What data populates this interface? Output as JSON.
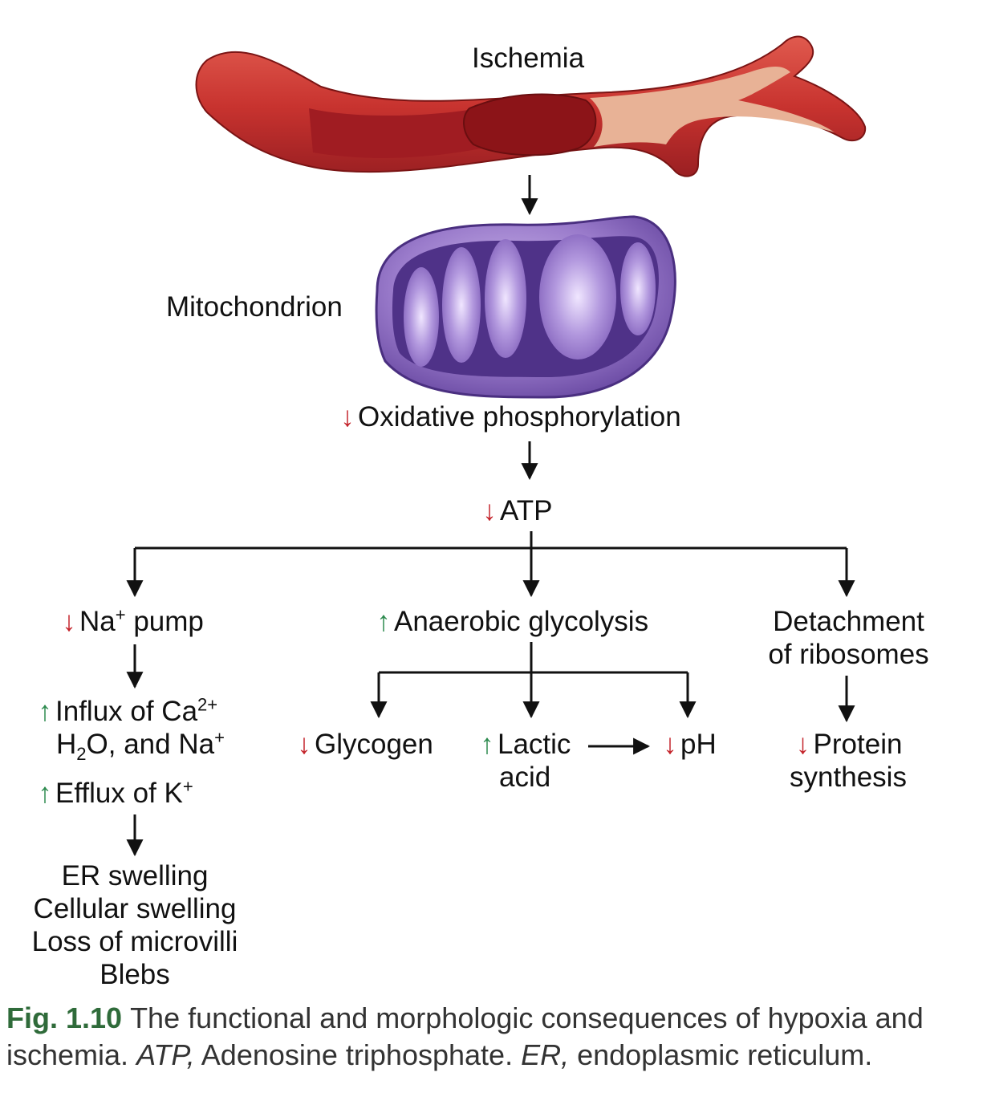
{
  "labels": {
    "ischemia": "Ischemia",
    "mitochondrion": "Mitochondrion",
    "oxphos": "Oxidative phosphorylation",
    "atp": "ATP",
    "na_pump_main": "Na",
    "na_pump_sup": "+",
    "na_pump_rest": " pump",
    "anaerobic": "Anaerobic glycolysis",
    "detach_line1": "Detachment",
    "detach_line2": "of ribosomes",
    "influx_a": "Influx of Ca",
    "influx_sup": "2+",
    "influx_b1": "H",
    "influx_sub": "2",
    "influx_b2": "O, and Na",
    "influx_b_sup": "+",
    "efflux_a": "Efflux of K",
    "efflux_sup": "+",
    "glycogen": "Glycogen",
    "lactic_line1": "Lactic",
    "lactic_line2": "acid",
    "ph": "pH",
    "protein_line1": "Protein",
    "protein_line2": "synthesis",
    "outcomes": [
      "ER swelling",
      "Cellular swelling",
      "Loss of microvilli",
      "Blebs"
    ]
  },
  "indicators": {
    "up_glyph": "↑",
    "down_glyph": "↓",
    "up_color": "#2c8a4e",
    "down_color": "#c4242b"
  },
  "caption": {
    "fig": "Fig. 1.10",
    "text1": "The functional and morphologic consequences of hypoxia and ischemia. ",
    "atp_abbr": "ATP,",
    "text2": " Adenosine triphosphate. ",
    "er_abbr": "ER,",
    "text3": " endoplasmic reticulum."
  },
  "colors": {
    "vessel_outer": "#c8332f",
    "vessel_inner": "#a01c22",
    "vessel_tan": "#e8b296",
    "mito_outer": "#8e6fbf",
    "mito_inner": "#5c3e95",
    "caption_fig": "#2f6b3a"
  }
}
